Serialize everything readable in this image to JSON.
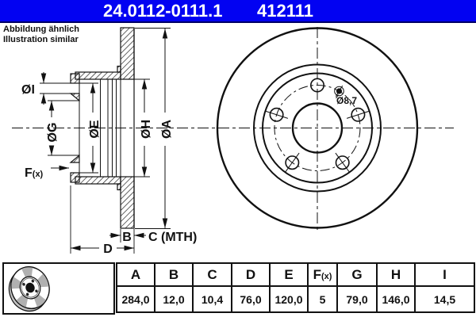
{
  "colors": {
    "header_bg": "#0202f2",
    "header_border": "#000066",
    "header_text": "#ffffff",
    "line_color": "#111111",
    "icon_gray": "#b0b0b0"
  },
  "header": {
    "part_number": "24.0112-0111.1",
    "reference_number": "412111"
  },
  "note": {
    "line1": "Abbildung ähnlich",
    "line2": "Illustration similar"
  },
  "section_labels": {
    "dia_i": "ØI",
    "dia_g": "ØG",
    "dia_e": "ØE",
    "dia_h": "ØH",
    "dia_a": "ØA",
    "f": "F",
    "f_sub": "(x)",
    "b": "B",
    "c_mth": "C (MTH)",
    "d": "D"
  },
  "disc_labels": {
    "screw_hole_diameter": "Ø8,7"
  },
  "table": {
    "headers": [
      "A",
      "B",
      "C",
      "D",
      "E",
      "F",
      "G",
      "H",
      "I"
    ],
    "f_suffix": "(x)",
    "values": [
      "284,0",
      "12,0",
      "10,4",
      "76,0",
      "120,0",
      "5",
      "79,0",
      "146,0",
      "14,5"
    ]
  }
}
